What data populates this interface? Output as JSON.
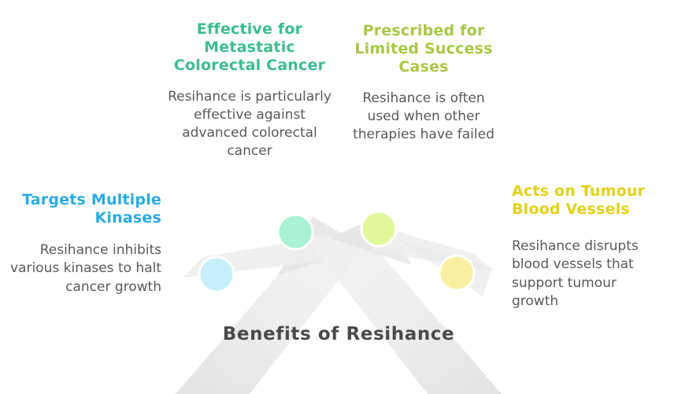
{
  "center": {
    "title": "Benefits of Resihance"
  },
  "colors": {
    "green": "#3dbd8c",
    "yellow_green": "#a8c843",
    "blue": "#29abe2",
    "yellow": "#e3d117",
    "body_text": "#58595b",
    "title_text": "#4a4a4a",
    "arrow_fill": "#e8e8e8",
    "background": "#ffffff",
    "node_mint": "#a9f2d4",
    "node_lime": "#e2f79a",
    "node_skyblue": "#c6effb",
    "node_cream": "#f7f0a0"
  },
  "blocks": [
    {
      "id": "kinases",
      "heading": "Targets Multiple Kinases",
      "body": "Resihance inhibits various kinases to halt cancer growth",
      "accent": "#29abe2",
      "node_color": "#c6effb",
      "align": "right"
    },
    {
      "id": "metastatic",
      "heading": "Effective for Metastatic Colorectal Cancer",
      "body": "Resihance is particularly effective against advanced colorectal cancer",
      "accent": "#3dbd8c",
      "node_color": "#a9f2d4",
      "align": "center"
    },
    {
      "id": "limited-success",
      "heading": "Prescribed for Limited Success Cases",
      "body": "Resihance is often used when other therapies have failed",
      "accent": "#a8c843",
      "node_color": "#e2f79a",
      "align": "center"
    },
    {
      "id": "blood-vessels",
      "heading": "Acts on Tumour Blood Vessels",
      "body": "Resihance disrupts blood vessels that support tumour growth",
      "accent": "#e3d117",
      "node_color": "#f7f0a0",
      "align": "left"
    }
  ],
  "diagram": {
    "shape": "two crossing upward arrows forming an inverted V",
    "nodes": [
      {
        "label": "node-blue",
        "color": "#c6effb"
      },
      {
        "label": "node-mint",
        "color": "#a9f2d4"
      },
      {
        "label": "node-lime",
        "color": "#e2f79a"
      },
      {
        "label": "node-yellow",
        "color": "#f7f0a0"
      }
    ]
  }
}
